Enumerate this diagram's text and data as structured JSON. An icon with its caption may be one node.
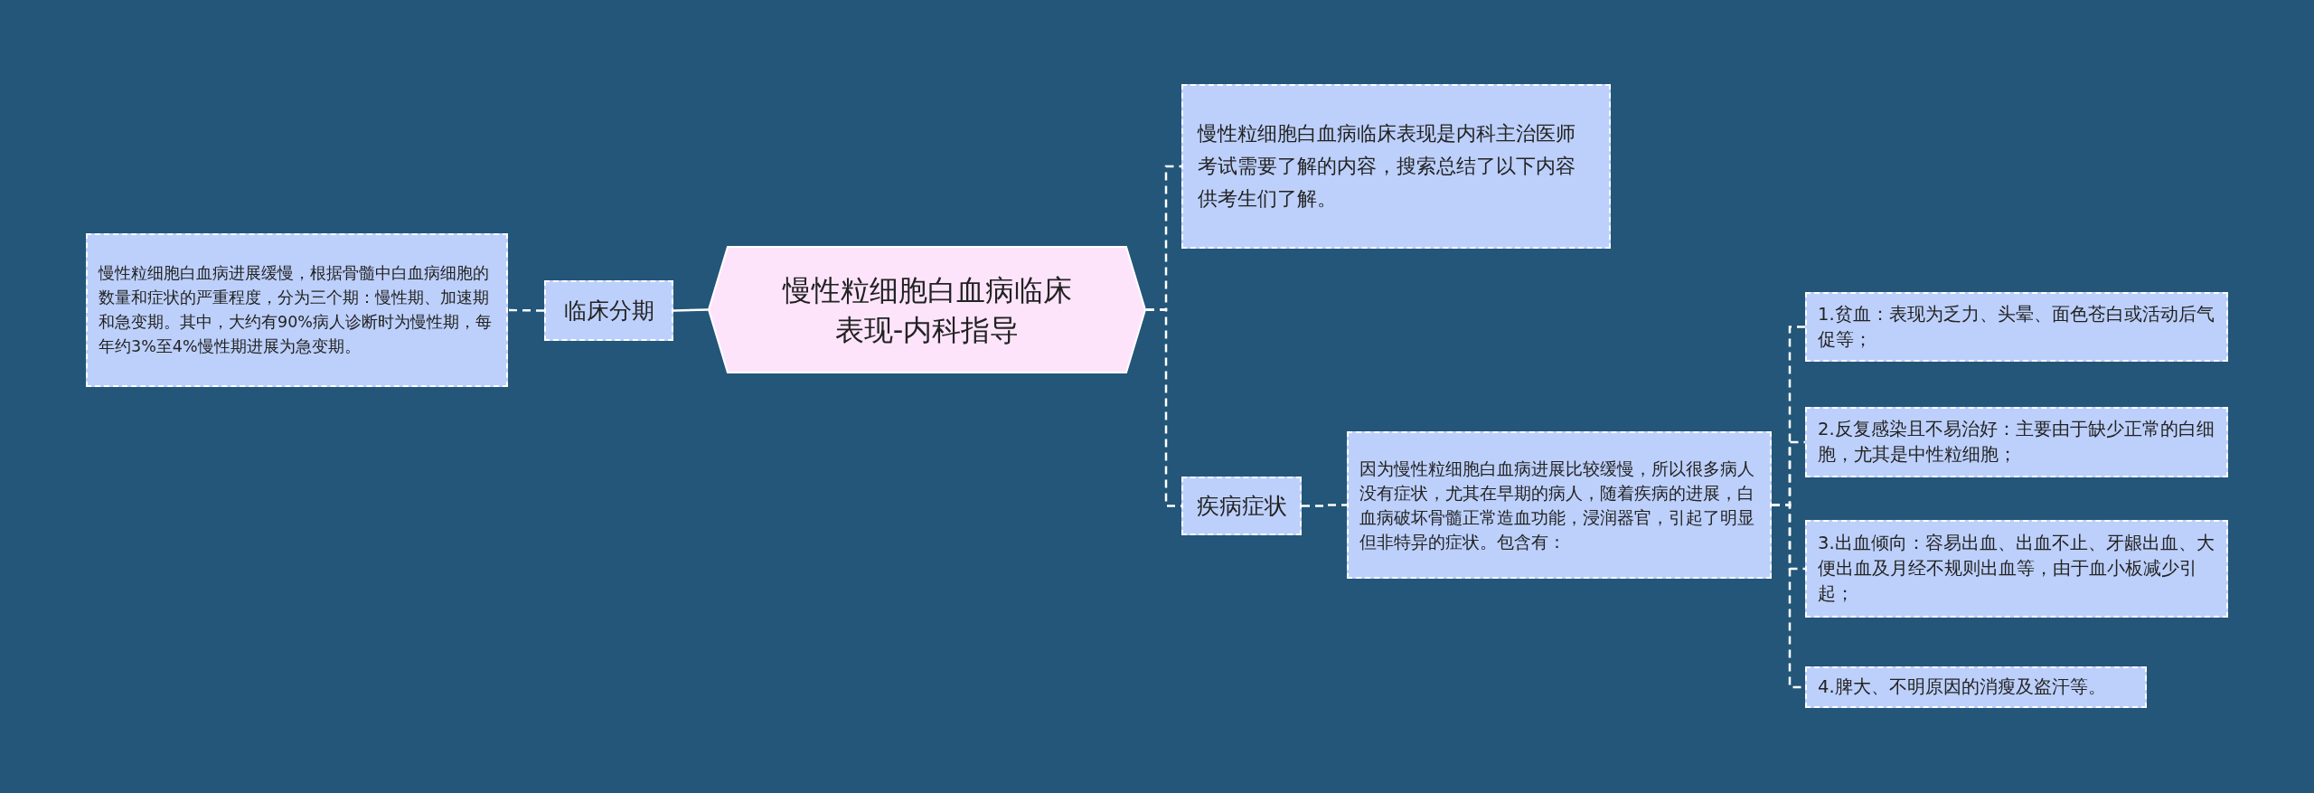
{
  "diagram": {
    "nodes": [
      {
        "text": [
          "慢性粒细胞白血病临床表现-内科指导"
        ]
      },
      {
        "text": [
          "临床分期"
        ]
      },
      {
        "text": [
          "慢性粒细胞白血病进展缓慢，根据骨髓中白血病细胞的数量和症状的严重程度，分为三个期：慢性期、加速期和急变期。其中，大约有90%病人诊断时为慢性期，每年约3%至4%慢性期进展为急变期。"
        ]
      },
      {
        "text": [
          "慢性粒细胞白血病临床表现是内科主治医师考试需要了解的内容，搜索总结了以下内容供考生们了解。"
        ]
      },
      {
        "text": [
          "疾病症状"
        ]
      },
      {
        "text": [
          "因为慢性粒细胞白血病进展比较缓慢，所以很多病人没有症状，尤其在早期的病人，随着疾病的进展，白血病破坏骨髓正常造血功能，浸润器官，引起了明显但非特异的症状。包含有："
        ]
      },
      {
        "text": [
          "1.贫血：表现为乏力、头晕、面色苍白或活动后气促等；"
        ]
      },
      {
        "text": [
          "2.反复感染且不易治好：主要由于缺少正常的白细胞，尤其是中性粒细胞；"
        ]
      },
      {
        "text": [
          "3.出血倾向：容易出血、出血不止、牙龈出血、大便出血及月经不规则出血等，由于血小板减少引起；"
        ]
      },
      {
        "text": [
          "4.脾大、不明原因的消瘦及盗汗等。"
        ]
      }
    ],
    "edges": [
      {
        "from": 0,
        "to": 1,
        "arrow": "none"
      },
      {
        "from": 1,
        "to": 2,
        "arrow": "none",
        "style": "dashed"
      },
      {
        "from": 0,
        "to": 3,
        "arrow": "none",
        "style": "dashed"
      },
      {
        "from": 0,
        "to": 4,
        "arrow": "none",
        "style": "dashed"
      },
      {
        "from": 4,
        "to": 5,
        "arrow": "none",
        "style": "dashed"
      },
      {
        "from": 5,
        "to": 6,
        "arrow": "none",
        "style": "dashed"
      },
      {
        "from": 5,
        "to": 7,
        "arrow": "none",
        "style": "dashed"
      },
      {
        "from": 5,
        "to": 8,
        "arrow": "none",
        "style": "dashed"
      },
      {
        "from": 5,
        "to": 9,
        "arrow": "none",
        "style": "dashed"
      }
    ]
  }
}
